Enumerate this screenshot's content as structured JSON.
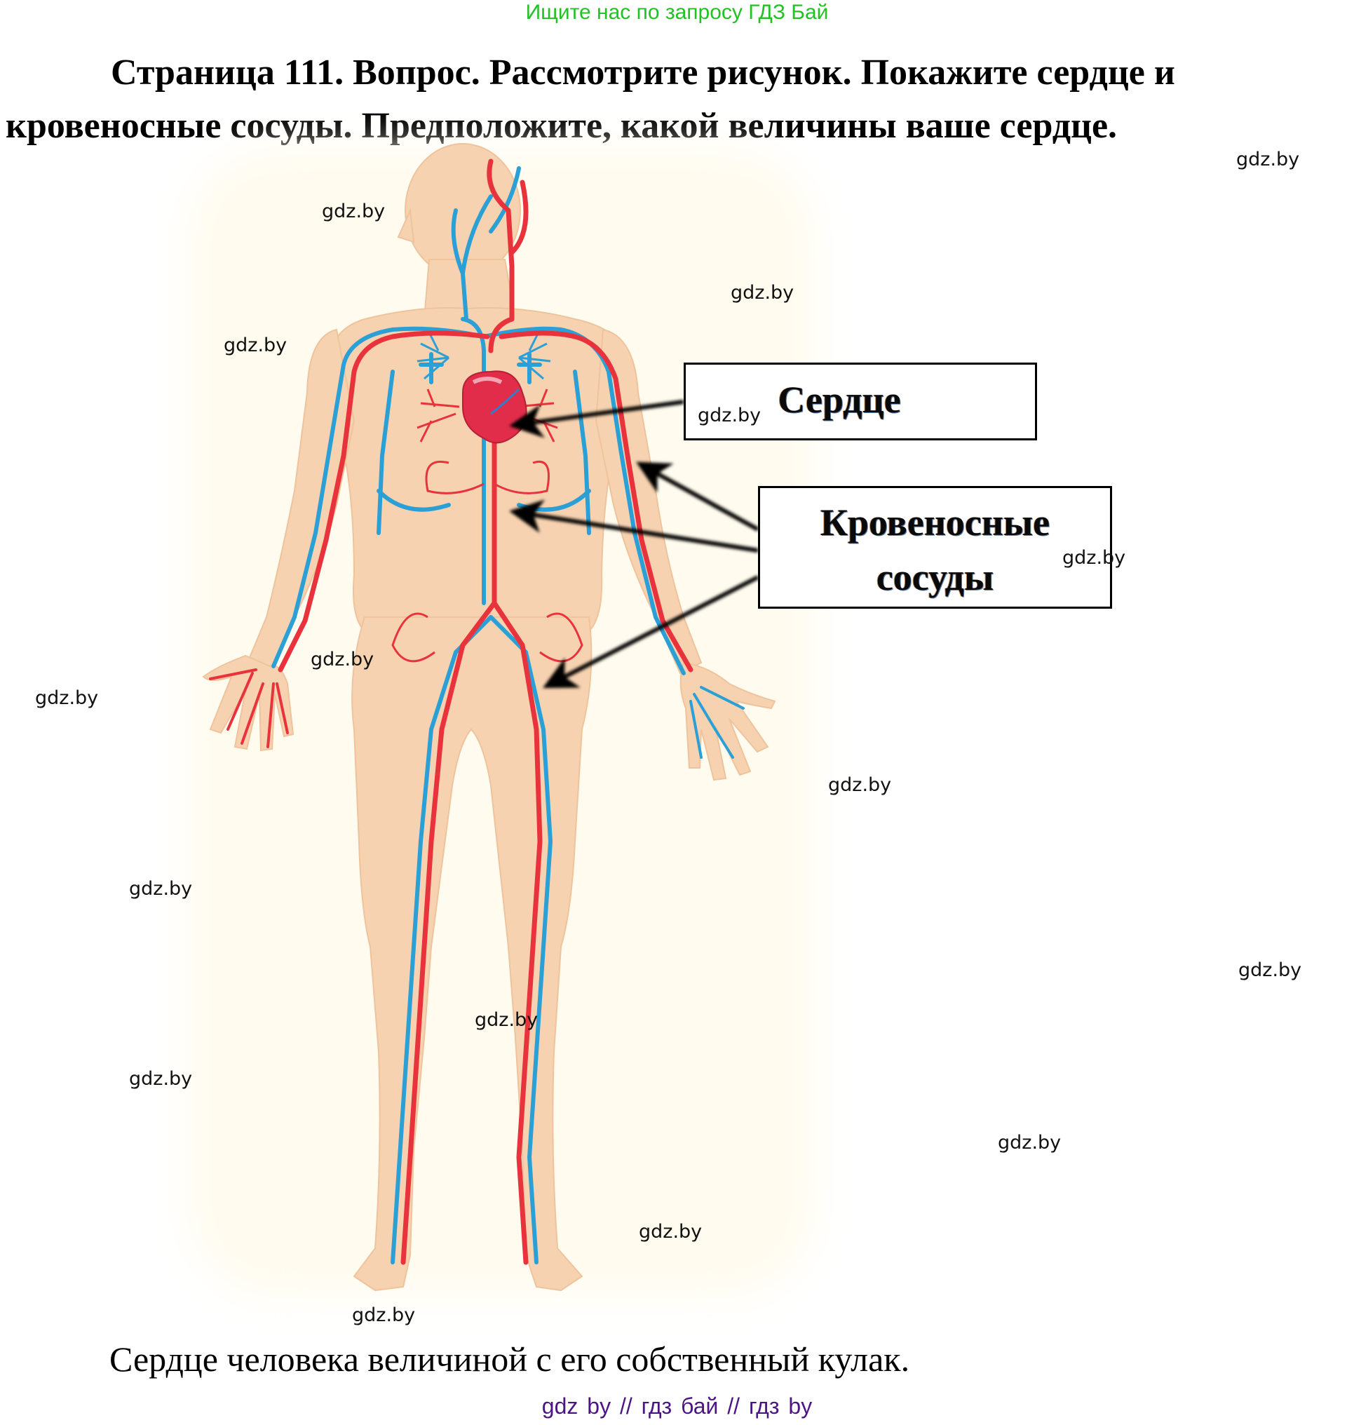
{
  "header": {
    "search_hint": "Ищите нас по запросу ГДЗ Бай"
  },
  "question": {
    "line1": "Страница 111. Вопрос. Рассмотрите рисунок. Покажите сердце и",
    "line2": "кровеносные сосуды. Предположите, какой величины ваше сердце."
  },
  "figure": {
    "description": "Кровеносная система человека",
    "labels": {
      "heart": "Сердце",
      "vessels_line1": "Кровеносные",
      "vessels_line2": "сосуды"
    },
    "colors": {
      "skin": "#f6d2b0",
      "artery": "#e8323c",
      "vein": "#2aa0d6",
      "background": "#fffdf5"
    }
  },
  "watermarks": [
    "gdz.by",
    "gdz.by",
    "gdz.by",
    "gdz.by",
    "gdz.by",
    "gdz.by",
    "gdz.by",
    "gdz.by",
    "gdz.by",
    "gdz.by",
    "gdz.by",
    "gdz.by",
    "gdz.by",
    "gdz.by",
    "gdz.by",
    "gdz.by"
  ],
  "answer": {
    "text": "Сердце человека величиной с его собственный кулак."
  },
  "footer": {
    "links_text": "gdz by  //  гдз бай  //  гдз by"
  }
}
